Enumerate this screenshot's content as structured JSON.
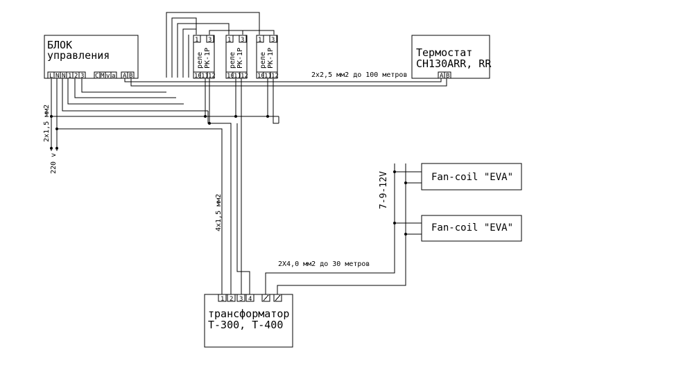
{
  "control_block": {
    "title_line1": "БЛОК",
    "title_line2": "управления",
    "terminals_left": [
      "L",
      "N",
      "N",
      "1",
      "2",
      "3"
    ],
    "terminals_mid": [
      "C",
      "M",
      "v",
      "a"
    ],
    "terminals_ab": [
      "A",
      "B"
    ]
  },
  "relays": [
    {
      "top_terminals": [
        "1",
        "3"
      ],
      "label_line1": "реле",
      "label_line2": "РК-1Р",
      "bottom_terminals": [
        "10",
        "11",
        "12"
      ]
    },
    {
      "top_terminals": [
        "1",
        "3"
      ],
      "label_line1": "реле",
      "label_line2": "РК-1Р",
      "bottom_terminals": [
        "10",
        "11",
        "12"
      ]
    },
    {
      "top_terminals": [
        "1",
        "3"
      ],
      "label_line1": "реле",
      "label_line2": "РК-1Р",
      "bottom_terminals": [
        "10",
        "11",
        "12"
      ]
    }
  ],
  "thermostat": {
    "title_line1": "Термостат",
    "title_line2": "CH130ARR, RR",
    "terminals": [
      "A",
      "B"
    ]
  },
  "cable_thermostat": "2x2,5 мм2 до 100 метров",
  "cable_power": "2x1,5 мм2",
  "voltage_220": "220 v",
  "cable_transformer": "4x1,5 мм2",
  "cable_fancoil": "2X4,0 мм2 до 30 метров",
  "voltage_fancoil": "7-9-12V",
  "fancoils": [
    {
      "label": "Fan-coil \"EVA\""
    },
    {
      "label": "Fan-coil \"EVA\""
    }
  ],
  "transformer": {
    "title_line1": "трансформатор",
    "title_line2": "Т-300, Т-400",
    "terminals": [
      "1",
      "2",
      "3",
      "4"
    ]
  }
}
